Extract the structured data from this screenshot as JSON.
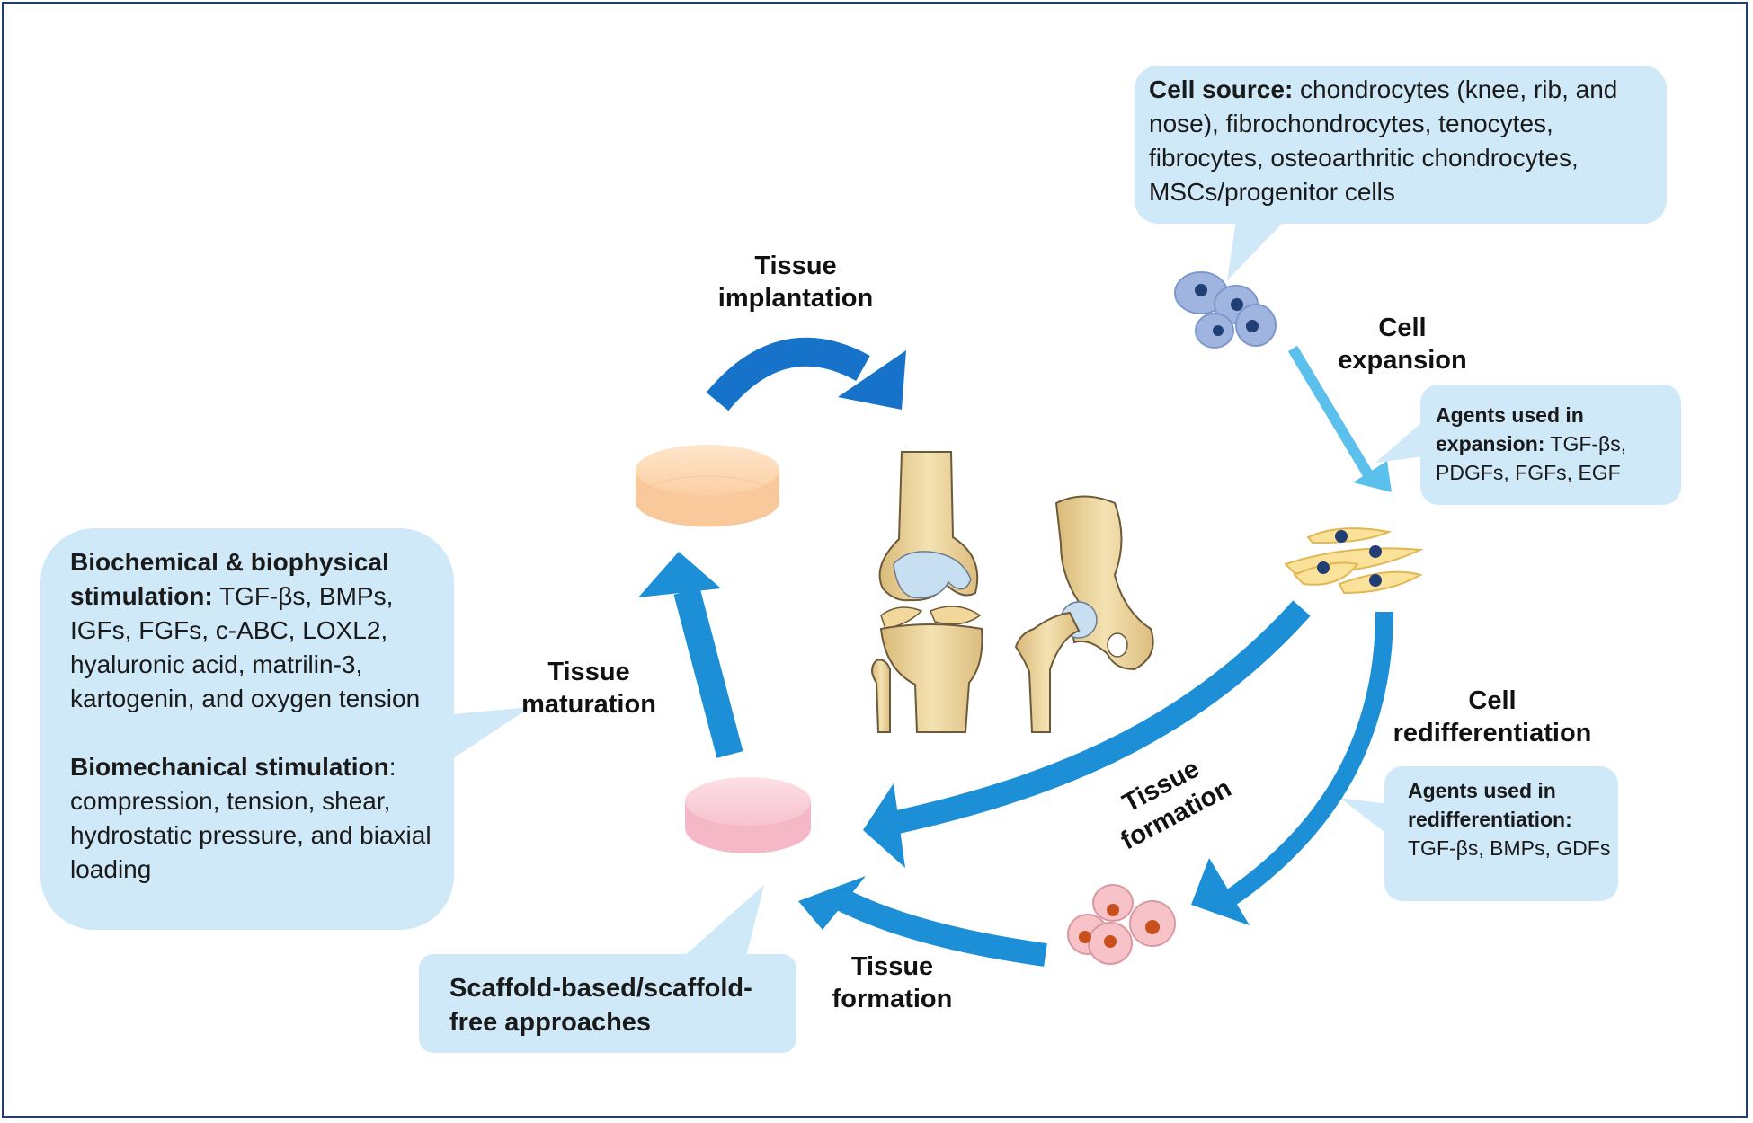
{
  "colors": {
    "callout_fill": "#cfe9f9",
    "arrow_main": "#1d8fd6",
    "arrow_dark": "#1673c9",
    "arrow_light": "#5cc0ec",
    "frame": "#1f3f75"
  },
  "icons": [
    "stem-cells-icon",
    "fibroblast-cells-icon",
    "chondrocyte-cells-icon",
    "construct-disc-orange-icon",
    "construct-disc-pink-icon",
    "knee-joint-icon",
    "hip-joint-icon"
  ],
  "callouts": {
    "cell_source": {
      "bold": "Cell source:",
      "text": " chondrocytes (knee, rib, and nose), fibrochondrocytes, tenocytes, fibrocytes, osteoarthritic chondrocytes, MSCs/progenitor cells"
    },
    "expansion_agents": {
      "bold": "Agents used in expansion:",
      "text": " TGF-βs, PDGFs, FGFs, EGF"
    },
    "redifferentiation_agents": {
      "bold": "Agents used in redifferentiation:",
      "text": " TGF-βs, BMPs, GDFs"
    },
    "stimulation": {
      "biochem_bold": "Biochemical & biophysical stimulation:",
      "biochem_text": " TGF-βs, BMPs, IGFs, FGFs, c-ABC, LOXL2, hyaluronic acid, matrilin-3, kartogenin, and oxygen tension",
      "biomech_bold": "Biomechanical stimulation",
      "biomech_text": ": compression, tension, shear, hydrostatic pressure, and biaxial loading"
    },
    "scaffold": {
      "text": "Scaffold-based/scaffold-free approaches"
    }
  },
  "labels": {
    "tissue_implantation": [
      "Tissue",
      "implantation"
    ],
    "cell_expansion": [
      "Cell",
      "expansion"
    ],
    "tissue_maturation": [
      "Tissue",
      "maturation"
    ],
    "cell_redifferentiation": [
      "Cell",
      "redifferentiation"
    ],
    "tissue_formation_diag": [
      "Tissue",
      "formation"
    ],
    "tissue_formation_bottom": [
      "Tissue",
      "formation"
    ]
  }
}
